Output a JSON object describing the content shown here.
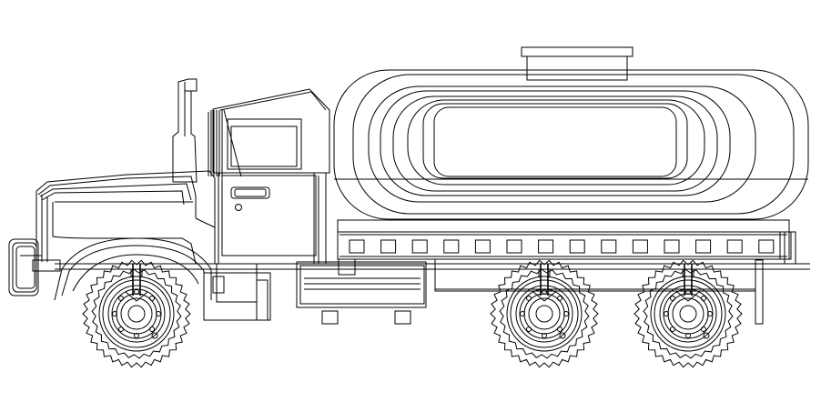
{
  "drawing": {
    "subject": "tanker-truck-side-elevation",
    "line_color": "#000000",
    "background": "#ffffff",
    "axle_count": 3,
    "tank_hatch_count": 1,
    "tank_rail_bracket_count": 14,
    "text_labels": []
  }
}
